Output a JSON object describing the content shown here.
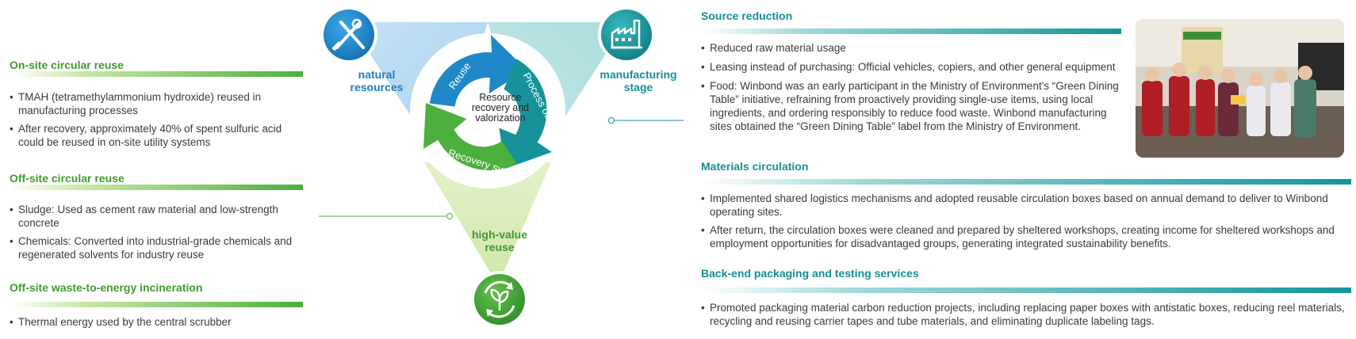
{
  "left": {
    "sections": [
      {
        "title": "On-site circular reuse",
        "items": [
          "TMAH (tetramethylammonium hydroxide) reused in manufacturing processes",
          "After recovery, approximately 40% of spent sulfuric acid could be reused in on-site utility systems"
        ]
      },
      {
        "title": "Off-site circular reuse",
        "items": [
          "Sludge: Used as cement raw material and low-strength concrete",
          "Chemicals: Converted into industrial-grade chemicals and regenerated solvents for industry reuse"
        ]
      },
      {
        "title": "Off-site waste-to-energy incineration",
        "items": [
          "Thermal energy used by the central scrubber"
        ]
      }
    ]
  },
  "diagram": {
    "corners": {
      "natural": "natural resources",
      "manufacturing": "manufacturing stage",
      "high_value": "high-value reuse"
    },
    "arrows": {
      "reuse": "Reuse",
      "process_output": "Process output",
      "recovery_system": "Recovery system"
    },
    "center": "Resource recovery and valorization",
    "icons": {
      "natural": "tools-icon",
      "manufacturing": "factory-icon",
      "high_value": "recycle-leaf-icon"
    },
    "colors": {
      "blue": "#1f88c9",
      "teal": "#17929b",
      "green": "#4caf3e"
    }
  },
  "right": {
    "sections": [
      {
        "title": "Source reduction",
        "items": [
          "Reduced raw material usage",
          "Leasing instead of purchasing: Official vehicles, copiers, and other general equipment",
          "Food: Winbond was an early participant in the Ministry of Environment's “Green Dining Table”  initiative, refraining from proactively providing single-use items, using local ingredients, and ordering responsibly to reduce food waste. Winbond manufacturing sites obtained the  “Green Dining Table”  label from the Ministry of Environment."
        ]
      },
      {
        "title": "Materials circulation",
        "items": [
          "Implemented shared logistics mechanisms and adopted reusable circulation boxes based on annual demand to deliver to Winbond operating sites.",
          "After return, the circulation boxes were cleaned and prepared by sheltered workshops, creating income for sheltered workshops and employment opportunities for disadvantaged groups, generating integrated sustainability benefits."
        ]
      },
      {
        "title": "Back-end packaging and testing services",
        "items": [
          "Promoted packaging material carbon reduction projects, including replacing paper boxes with antistatic boxes, reducing reel materials, recycling and reusing carrier tapes and tube materials, and eliminating duplicate labeling tags."
        ]
      }
    ]
  }
}
